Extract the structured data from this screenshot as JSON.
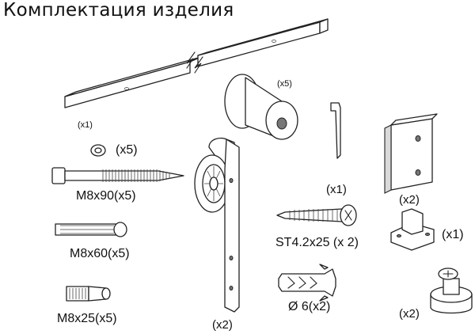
{
  "title": "Комплектация изделия",
  "parts": {
    "rail": {
      "qty": "(x1)",
      "icon": "rail-icon"
    },
    "stopper": {
      "qty": "(x5)",
      "icon": "wall-spacer-icon"
    },
    "hex_key": {
      "qty": "(x1)",
      "icon": "hex-key-icon"
    },
    "bracket": {
      "qty": "(x2)",
      "icon": "bracket-icon"
    },
    "washer": {
      "qty": "(x5)",
      "icon": "washer-icon"
    },
    "bolt_long": {
      "label": "M8x90(x5)",
      "icon": "lag-bolt-icon"
    },
    "anchor_60": {
      "label": "M8x60(x5)",
      "icon": "anchor-icon"
    },
    "anchor_25": {
      "label": "M8x25(x5)",
      "icon": "anchor-icon"
    },
    "hanger": {
      "qty": "(x2)",
      "icon": "roller-hanger-icon"
    },
    "screw": {
      "label": "ST4.2x25 (x 2)",
      "icon": "screw-icon"
    },
    "dowel": {
      "label": "Ø 6(x2)",
      "icon": "wall-plug-icon"
    },
    "floor_guide": {
      "qty": "(x1)",
      "icon": "floor-guide-icon"
    },
    "door_stop": {
      "qty": "(x2)",
      "icon": "door-stop-icon"
    }
  }
}
